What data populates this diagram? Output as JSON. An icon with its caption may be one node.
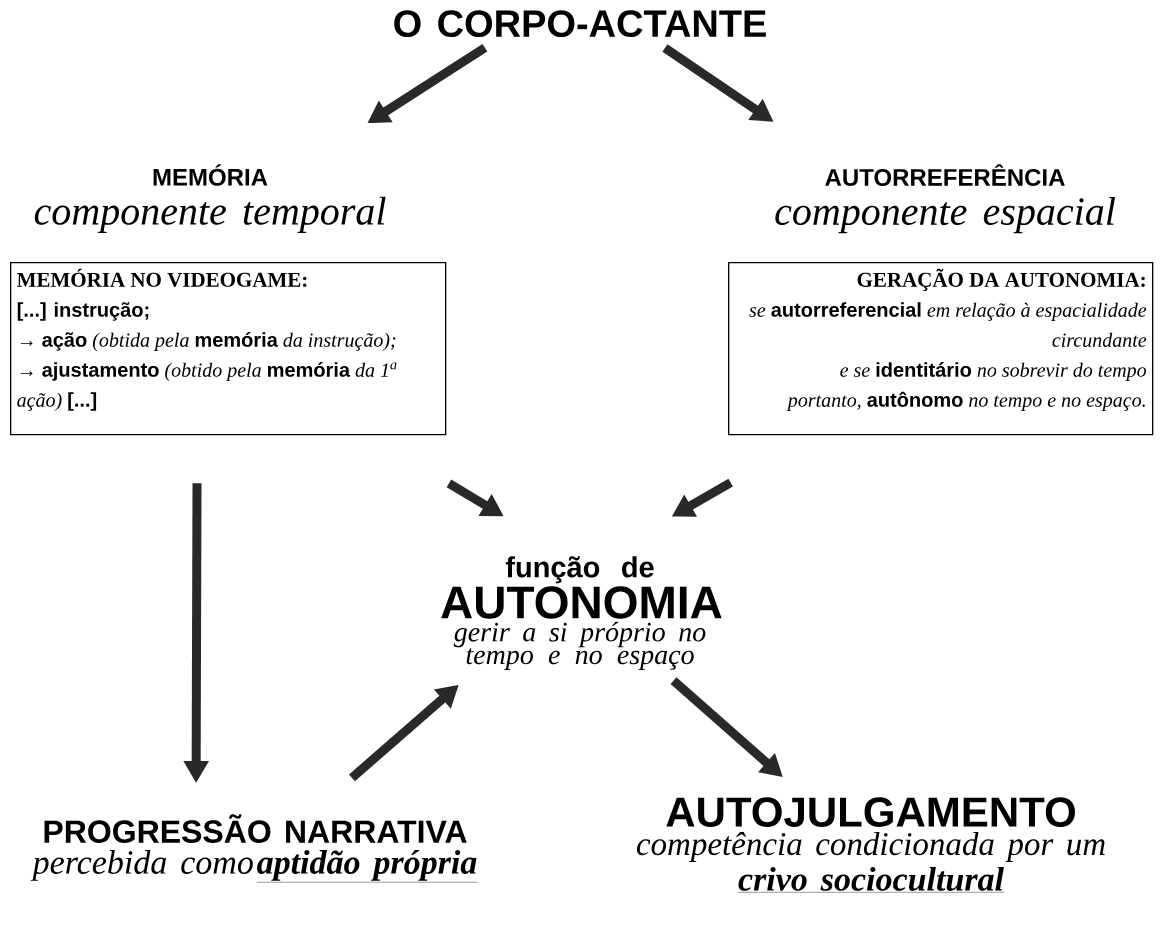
{
  "diagram": {
    "nodes": [
      {
        "text": [
          "O CORPO-ACTANTE"
        ]
      },
      {
        "text": [
          "MEMÓRIA",
          "componente temporal"
        ]
      },
      {
        "text": [
          "MEMÓRIA NO VIDEOGAME:",
          "[...] instrução;",
          "→ **ação** (obtida pela **memória** da instrução);",
          "→ **ajustamento** (obtido pela **memória** da 1$^{a}$ ação) **[...]**"
        ]
      },
      {
        "text": [
          "AUTORREFERÊNCIA",
          "componente espacial"
        ]
      },
      {
        "text": [
          "GERAÇÃO DA AUTONOMIA:",
          "se **autorreferencial** em relação à espacialidade circundante",
          "e se **identitário** no sobrevir do tempo",
          "portanto, **autônomo** no tempo e no espaço."
        ]
      },
      {
        "text": [
          "função de",
          "AUTONOMIA",
          "gerir a si próprio no tempo e no espaço"
        ]
      },
      {
        "text": [
          "PROGRESSÃO NARRATIVA",
          "percebida como",
          "aptidão própria"
        ]
      },
      {
        "text": [
          "AUTOJULGAMENTO",
          "competência condicionada por um",
          "crivo sociocultural"
        ]
      }
    ],
    "edges": [
      {
        "from": 0,
        "to": 1,
        "arrow": "to"
      },
      {
        "from": 0,
        "to": 3,
        "arrow": "to"
      },
      {
        "from": 2,
        "to": 5,
        "arrow": "to"
      },
      {
        "from": 4,
        "to": 5,
        "arrow": "to"
      },
      {
        "from": 2,
        "to": 6,
        "arrow": "to"
      },
      {
        "from": 6,
        "to": 5,
        "arrow": "to"
      },
      {
        "from": 5,
        "to": 7,
        "arrow": "to"
      }
    ]
  }
}
